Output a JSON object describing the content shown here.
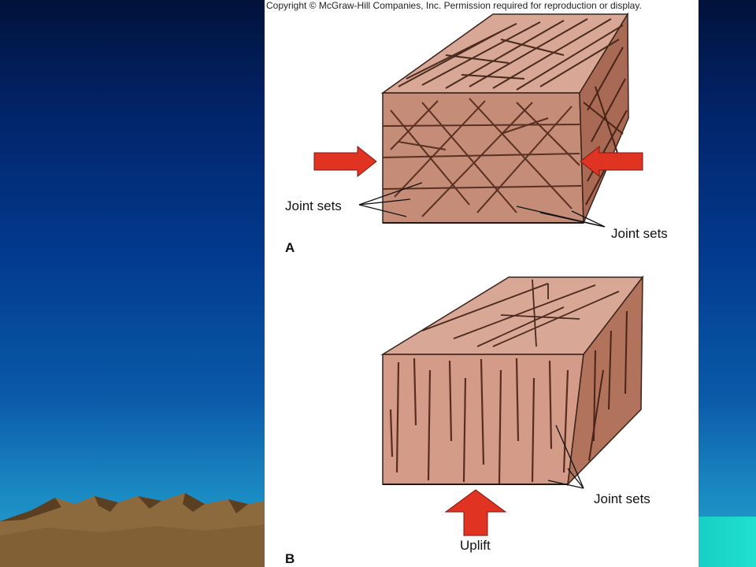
{
  "copyright": "Copyright © McGraw-Hill Companies, Inc. Permission required for reproduction or display.",
  "panel_a": {
    "letter": "A",
    "label_left": "Joint sets",
    "label_right": "Joint sets"
  },
  "panel_b": {
    "letter": "B",
    "label_joints": "Joint sets",
    "label_uplift": "Uplift"
  },
  "colors": {
    "rock_top": "#d9a796",
    "rock_front": "#c58c78",
    "rock_side": "#a86a55",
    "arrow_red": "#e03322",
    "teal_accent": "#1ad6c8"
  }
}
